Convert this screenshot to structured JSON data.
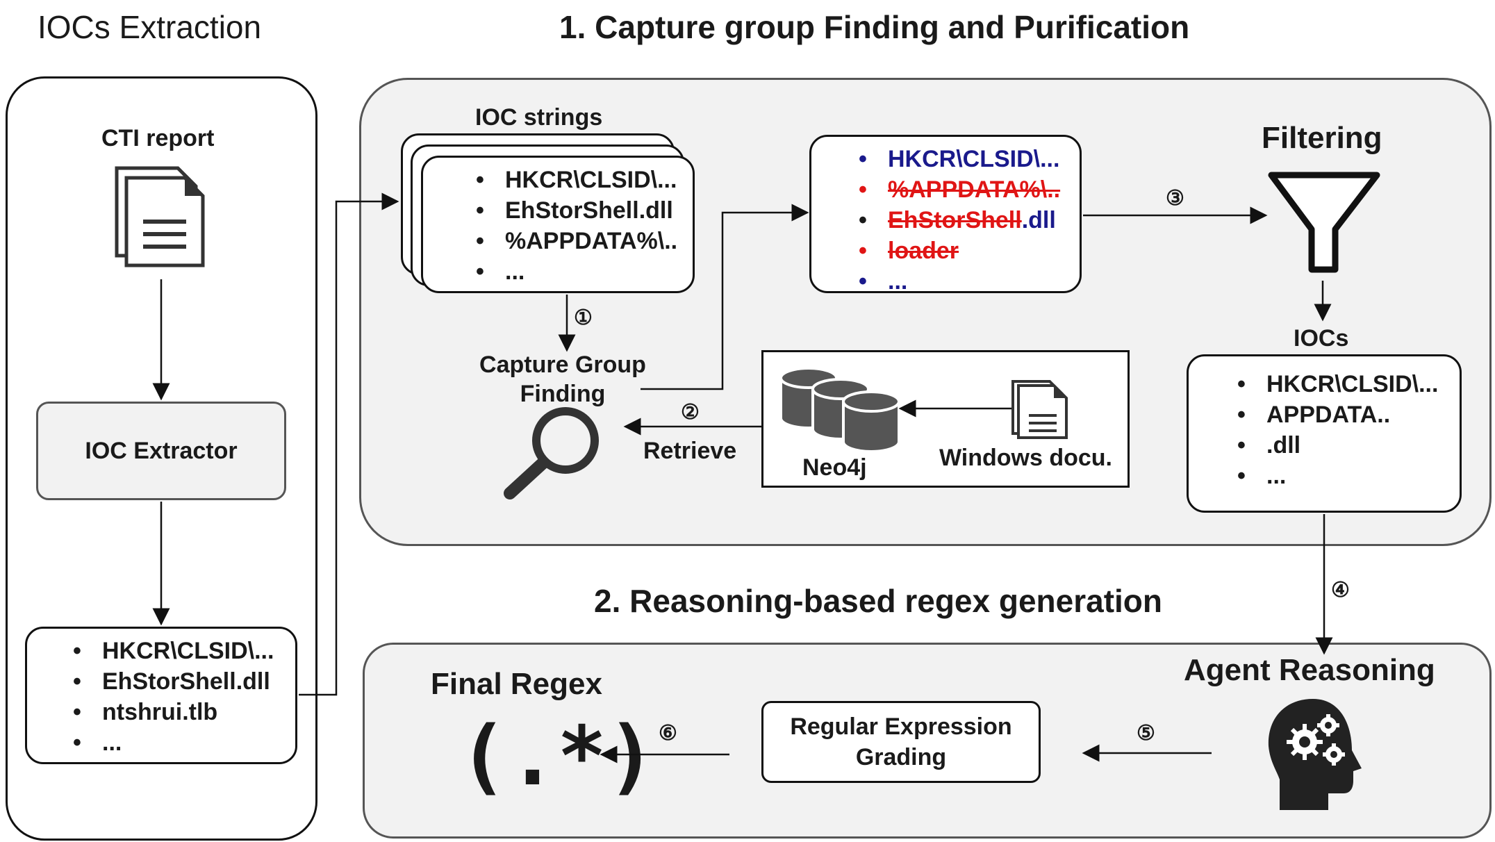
{
  "titles": {
    "extraction": "IOCs Extraction",
    "section1": "1. Capture group Finding and Purification",
    "section2": "2. Reasoning-based regex generation"
  },
  "left": {
    "cti_report": "CTI report",
    "ioc_extractor": "IOC Extractor",
    "items": [
      "HKCR\\CLSID\\...",
      "EhStorShell.dll",
      "ntshrui.tlb",
      "..."
    ]
  },
  "ioc_strings": {
    "label": "IOC strings",
    "items": [
      "HKCR\\CLSID\\...",
      "EhStorShell.dll",
      "%APPDATA%\\..",
      "..."
    ]
  },
  "purified": {
    "item1": "HKCR\\CLSID\\...",
    "item2_struck": "%APPDATA%\\..",
    "item3_struck": "EhStorShell",
    "item3_rest": ".dll",
    "item4_struck": "loader",
    "item5": "..."
  },
  "capture": {
    "label_line1": "Capture Group",
    "label_line2": "Finding",
    "retrieve": "Retrieve",
    "neo4j": "Neo4j",
    "windows_docu": "Windows docu."
  },
  "filtering": {
    "label": "Filtering",
    "iocs_label": "IOCs",
    "items": [
      "HKCR\\CLSID\\...",
      "APPDATA..",
      ".dll",
      "..."
    ]
  },
  "reasoning": {
    "final_regex": "Final Regex",
    "regex_symbol": "(.*)",
    "grading_line1": "Regular Expression",
    "grading_line2": "Grading",
    "agent_reasoning": "Agent Reasoning"
  },
  "steps": [
    "①",
    "②",
    "③",
    "④",
    "⑤",
    "⑥"
  ],
  "colors": {
    "kept": "#1a1a8c",
    "removed": "#e01515",
    "panel": "#f2f2f2",
    "icon": "#333333"
  }
}
